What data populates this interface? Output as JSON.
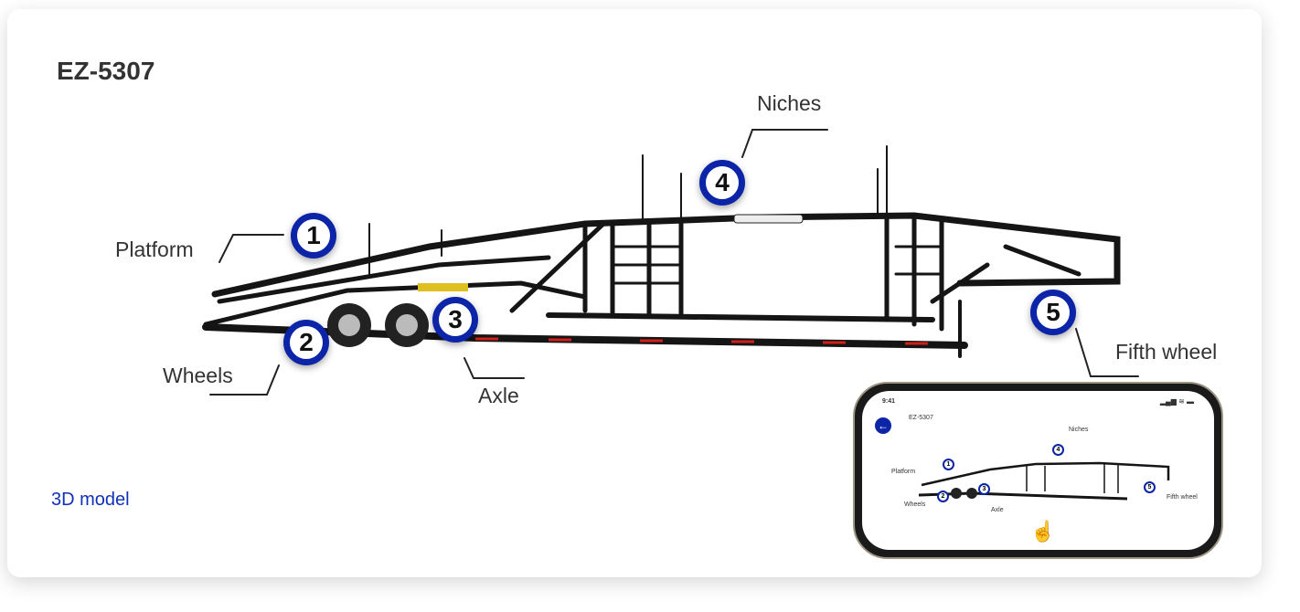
{
  "model_title": "EZ-5307",
  "link_3d": "3D model",
  "hotspots": [
    {
      "num": "1",
      "label": "Platform"
    },
    {
      "num": "2",
      "label": "Wheels"
    },
    {
      "num": "3",
      "label": "Axle"
    },
    {
      "num": "4",
      "label": "Niches"
    },
    {
      "num": "5",
      "label": "Fifth wheel"
    }
  ],
  "phone": {
    "time": "9:41",
    "title": "EZ-5307"
  },
  "colors": {
    "accent": "#0b24a8",
    "text": "#333333"
  }
}
